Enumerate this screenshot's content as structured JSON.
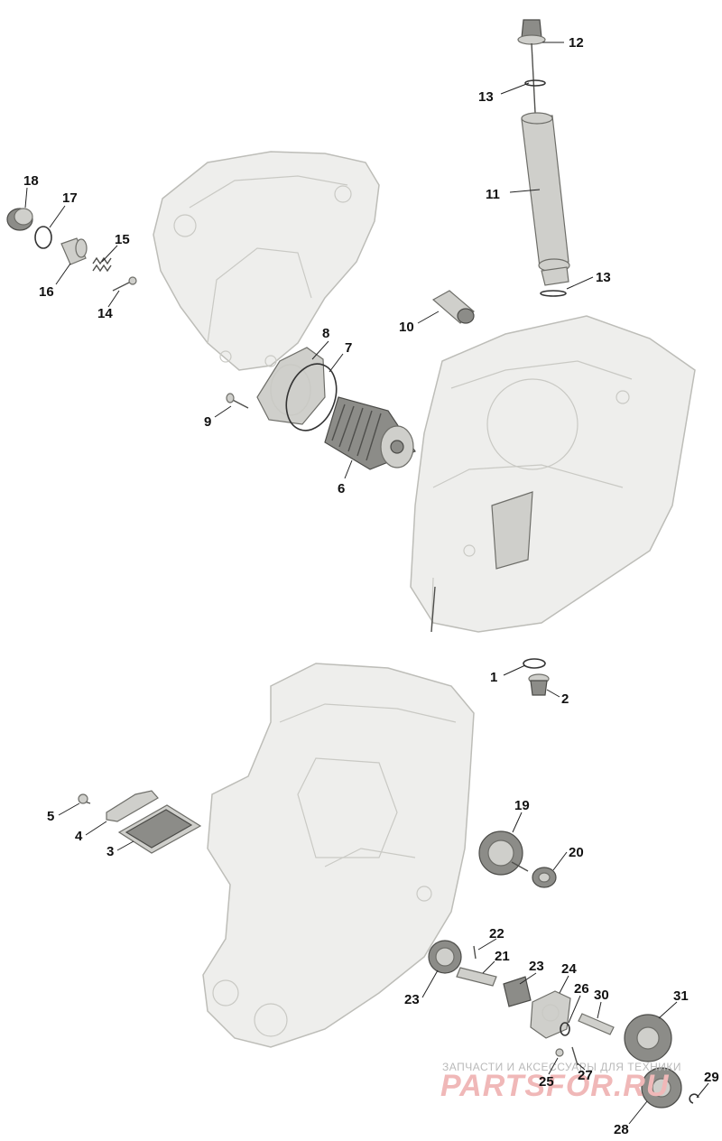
{
  "watermark": {
    "text": "ЗАПЧАСТИ И АКСЕССУАРЫ ДЛЯ ТЕХНИКИ",
    "logo": "PARTSFOR.RU"
  },
  "callouts": [
    "1",
    "2",
    "3",
    "4",
    "5",
    "6",
    "7",
    "8",
    "9",
    "10",
    "11",
    "12",
    "13",
    "13",
    "14",
    "15",
    "16",
    "17",
    "18",
    "19",
    "20",
    "21",
    "22",
    "23",
    "23",
    "24",
    "25",
    "26",
    "27",
    "28",
    "29",
    "30",
    "31"
  ]
}
